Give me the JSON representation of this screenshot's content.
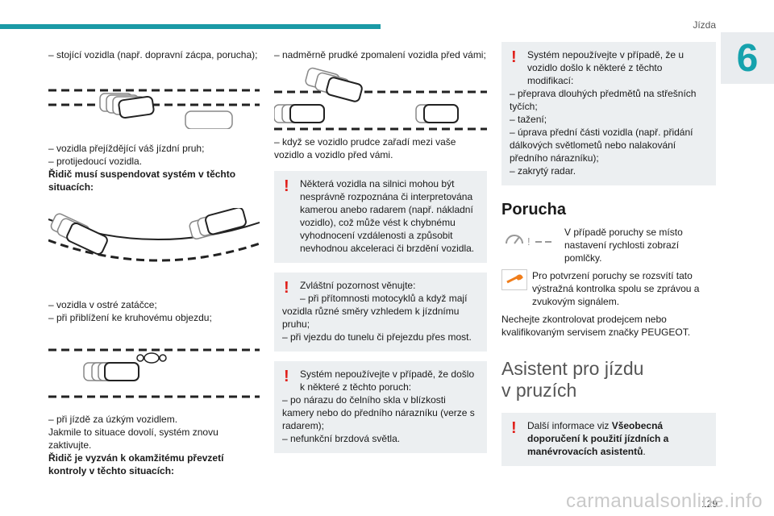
{
  "header": {
    "section_title": "Jízda",
    "chapter_number": "6"
  },
  "col1": {
    "p1": "– stojící vozidla (např. dopravní zácpa, porucha);",
    "p2a": "– vozidla přejíždějící váš jízdní pruh;",
    "p2b": "– protijedoucí vozidla.",
    "p2c": "Řidič musí suspendovat systém v těchto situacích:",
    "p3a": "– vozidla v ostré zatáčce;",
    "p3b": "– při přiblížení ke kruhovému objezdu;",
    "p4a": "– při jízdě za úzkým vozidlem.",
    "p4b": "Jakmile to situace dovolí, systém znovu zaktivujte.",
    "p4c": "Řidič je vyzván k okamžitému převzetí kontroly v těchto situacích:"
  },
  "col2": {
    "p1": "– nadměrně prudké zpomalení vozidla před vámi;",
    "p2": "– když se vozidlo prudce zařadí mezi vaše vozidlo a vozidlo před vámi.",
    "note1": "Některá vozidla na silnici mohou být nesprávně rozpoznána či interpretována kamerou anebo radarem (např. nákladní vozidlo), což může vést k chybnému vyhodnocení vzdálenosti a způsobit nevhodnou akceleraci či brzdění vozidla.",
    "note2a": "Zvláštní pozornost věnujte:",
    "note2b": "– při přítomnosti motocyklů a když mají vozidla různé směry vzhledem k jízdnímu pruhu;",
    "note2c": "– při vjezdu do tunelu či přejezdu přes most.",
    "note3a": "Systém nepoužívejte v případě, že došlo k některé z těchto poruch:",
    "note3b": "– po nárazu do čelního skla v blízkosti kamery nebo do předního nárazníku (verze s radarem);",
    "note3c": "– nefunkční brzdová světla."
  },
  "col3": {
    "note1a": "Systém nepoužívejte v případě, že u vozidlo došlo k některé z těchto modifikací:",
    "note1b": "– přeprava dlouhých předmětů na střešních tyčích;",
    "note1c": "– tažení;",
    "note1d": "– úprava přední části vozidla (např. přidání dálkových světlometů nebo nalakování předního nárazníku);",
    "note1e": "– zakrytý radar.",
    "breakdown_title": "Porucha",
    "breakdown_p1": "V případě poruchy se místo nastavení rychlosti zobrazí pomlčky.",
    "breakdown_p2": "Pro potvrzení poruchy se rozsvítí tato výstražná kontrolka spolu se zprávou a zvukovým signálem.",
    "breakdown_p3": "Nechejte zkontrolovat prodejcem nebo kvalifikovaným servisem značky PEUGEOT.",
    "assist_title_1": "Asistent pro jízdu",
    "assist_title_2": "v pruzích",
    "note2_pre": "Další informace viz ",
    "note2_bold": "Všeobecná doporučení k použití jízdních a manévrovacích asistentů",
    "note2_post": "."
  },
  "footer": {
    "page_number": "129",
    "watermark": "carmanualsonline.info"
  },
  "colors": {
    "accent": "#1a9aa6",
    "warning": "#e0201b",
    "wrench": "#f07d1a",
    "note_bg": "#eceff1"
  }
}
